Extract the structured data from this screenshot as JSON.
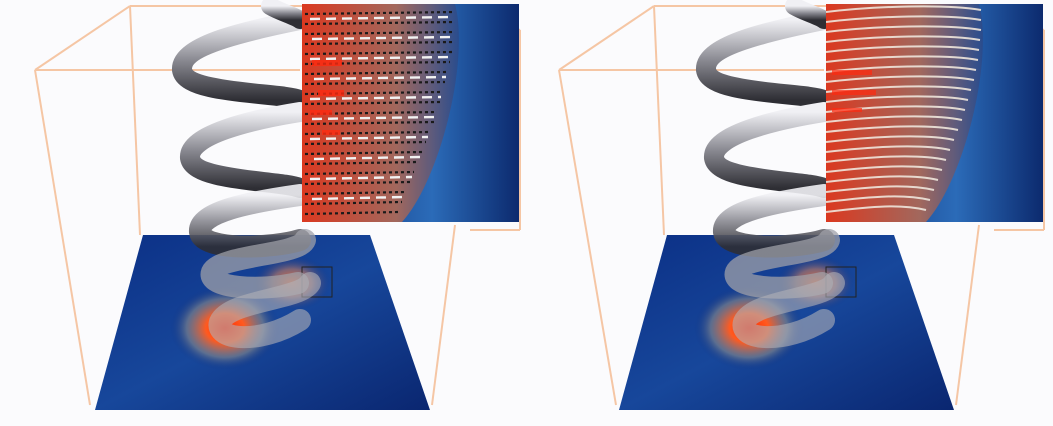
{
  "figure": {
    "panels": [
      {
        "id": "left",
        "inset_style": "dotted-streaks"
      },
      {
        "id": "right",
        "inset_style": "smooth-rings"
      }
    ],
    "colors": {
      "background": "#fbfbfd",
      "box_edge": "#f4b98f",
      "plane_dark": "#0a2a7a",
      "plane_mid": "#1e5fb0",
      "hotspot_core": "#ff3a10",
      "hotspot_warm": "#ff8a3a",
      "tube_light": "#e8e8ec",
      "tube_dark": "#3a3a40",
      "inset_bg_dark": "#0c2a6e",
      "inset_bg_light": "#3d7fc6"
    }
  }
}
